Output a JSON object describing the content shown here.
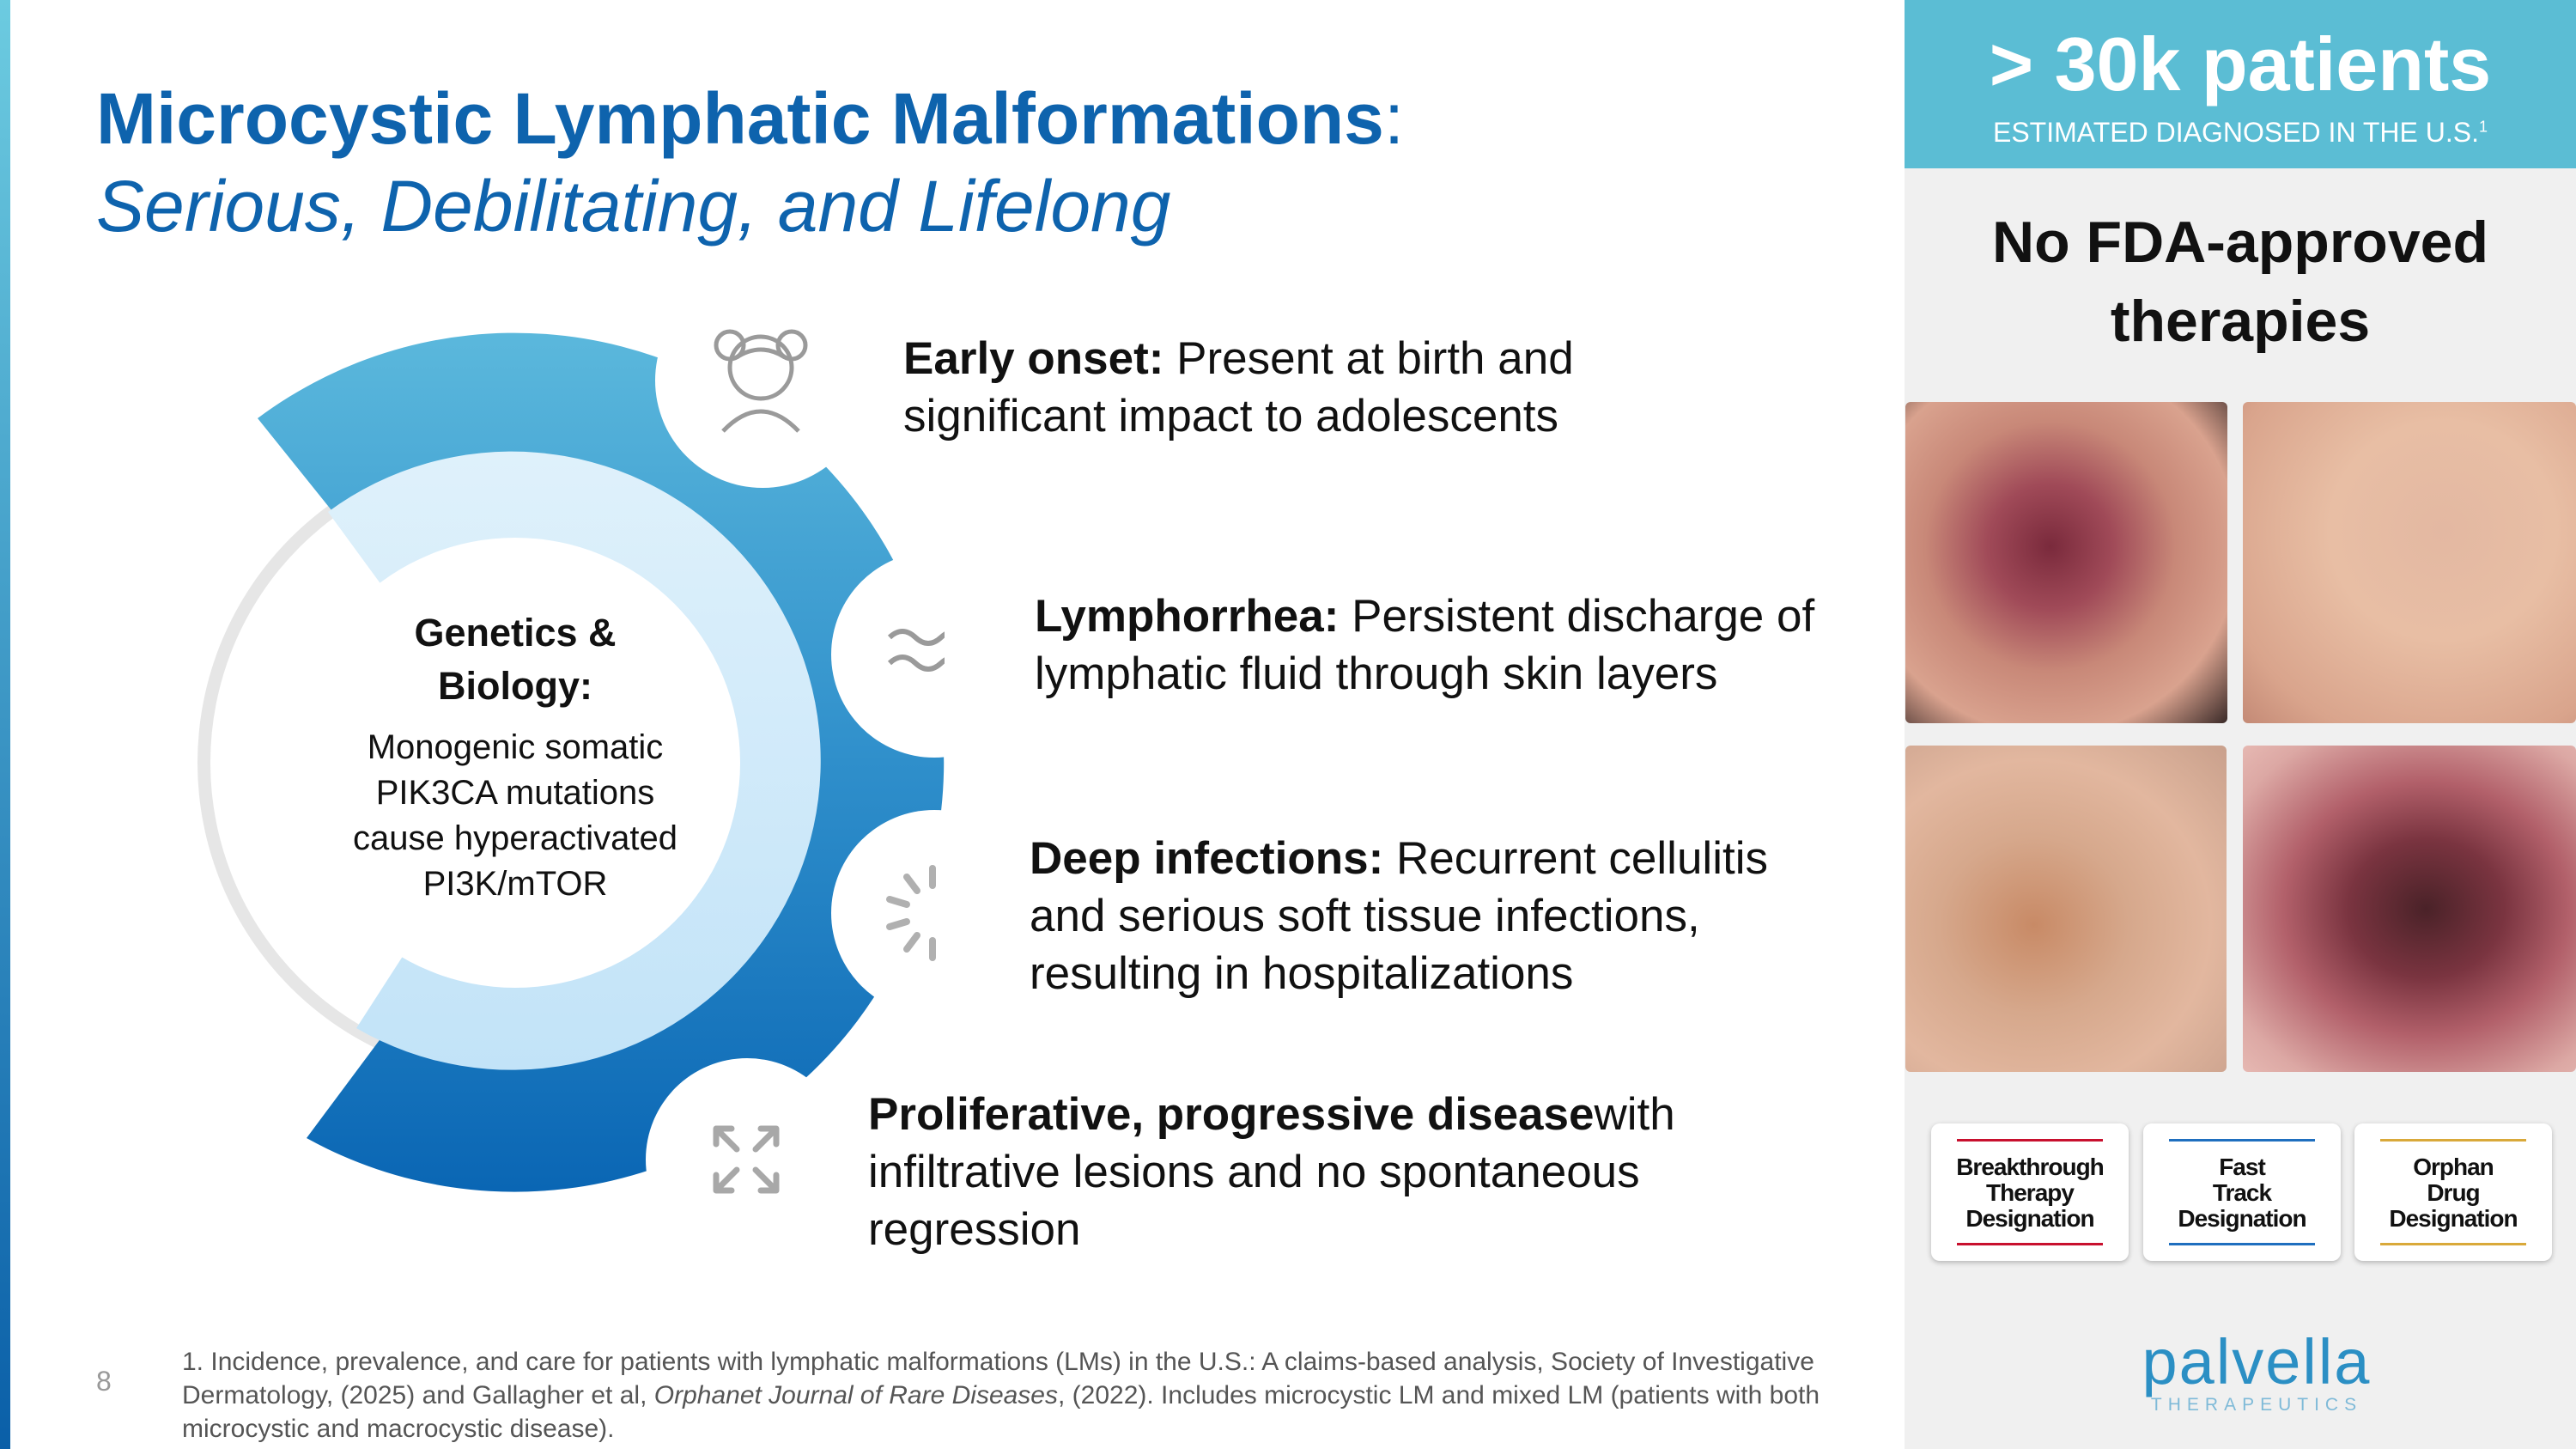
{
  "title": {
    "main": "Microcystic Lymphatic Malformations",
    "colon": ":",
    "subtitle": "Serious, Debilitating, and Lifelong"
  },
  "center": {
    "heading_line1": "Genetics &",
    "heading_line2": "Biology:",
    "body": [
      "Monogenic somatic",
      "PIK3CA mutations",
      "cause hyperactivated",
      "PI3K/mTOR"
    ]
  },
  "features": [
    {
      "bold": "Early onset:",
      "text": " Present at birth and significant impact to adolescents",
      "icon": "girl-face-icon"
    },
    {
      "bold": "Lymphorrhea:",
      "text": " Persistent discharge of lymphatic fluid through skin layers",
      "icon": "waves-icon"
    },
    {
      "bold": "Deep infections:",
      "text": " Recurrent cellulitis and serious soft tissue infections, resulting in hospitalizations",
      "icon": "spinner-icon"
    },
    {
      "bold": "Proliferative, progressive disease",
      "text": "with infiltrative lesions and no spontaneous regression",
      "icon": "expand-arrows-icon"
    }
  ],
  "stat": {
    "big": "> 30k patients",
    "small": "ESTIMATED DIAGNOSED IN THE U.S.",
    "sup": "1"
  },
  "nofda": [
    "No FDA-approved",
    "therapies"
  ],
  "badges": [
    {
      "lines": [
        "Breakthrough",
        "Therapy",
        "Designation"
      ],
      "color": "#c8102e"
    },
    {
      "lines": [
        "Fast",
        "Track",
        "Designation"
      ],
      "color": "#1f6fbf"
    },
    {
      "lines": [
        "Orphan",
        "Drug",
        "Designation"
      ],
      "color": "#d9a93a"
    }
  ],
  "page_number": "8",
  "footnote": {
    "part1": "1. Incidence, prevalence, and care for patients with lymphatic malformations (LMs) in the U.S.: A claims-based analysis, Society of Investigative Dermatology, (2025) and Gallagher et al, ",
    "italic": "Orphanet Journal of Rare Diseases",
    "part2": ", (2022). Includes microcystic LM and mixed LM (patients with both microcystic and macrocystic disease)."
  },
  "logo": {
    "name": "palvella",
    "sub": "THERAPEUTICS"
  },
  "colors": {
    "title": "#0e63ad",
    "stat_box": "#5bbdd4",
    "ring_dark": "#0a66b4",
    "ring_light": "#cde9f9",
    "logo": "#2b8fc4"
  }
}
